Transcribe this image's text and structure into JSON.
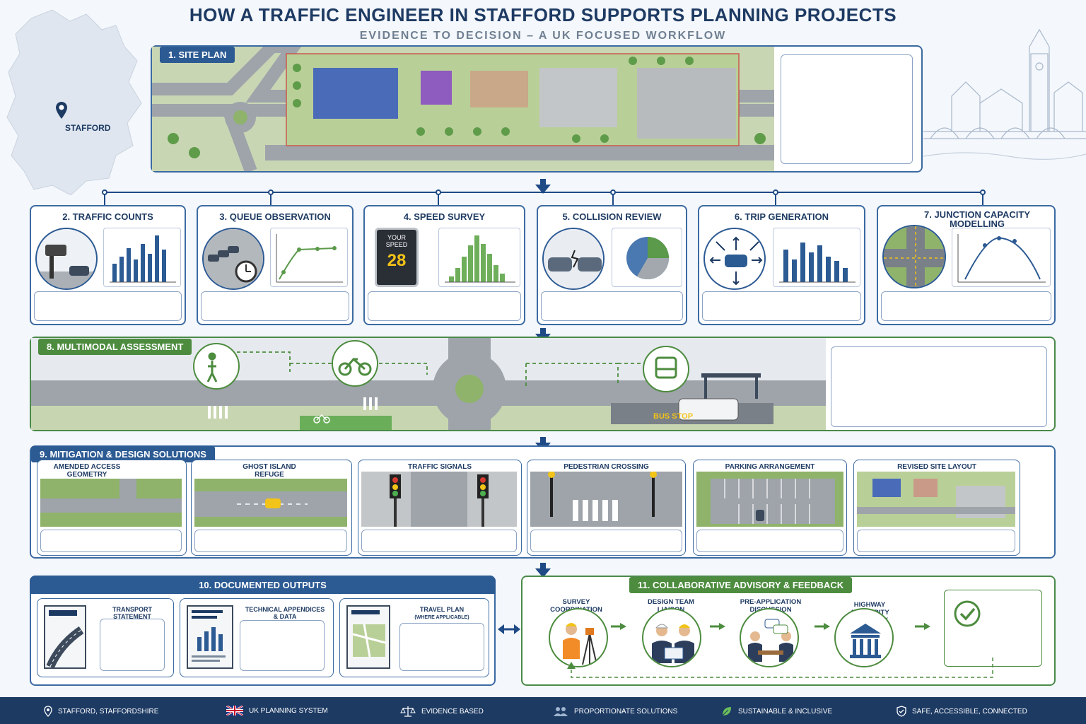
{
  "header": {
    "title": "HOW A TRAFFIC ENGINEER IN STAFFORD SUPPORTS PLANNING PROJECTS",
    "subtitle": "EVIDENCE TO DECISION – A UK FOCUSED WORKFLOW"
  },
  "map": {
    "location_label": "STAFFORD"
  },
  "site_plan": {
    "label": "1. SITE PLAN"
  },
  "evidence_steps": [
    {
      "label": "2. TRAFFIC COUNTS"
    },
    {
      "label": "3. QUEUE OBSERVATION"
    },
    {
      "label": "4. SPEED SURVEY",
      "sign_line1": "YOUR",
      "sign_line2": "SPEED",
      "sign_value": "28"
    },
    {
      "label": "5. COLLISION REVIEW"
    },
    {
      "label": "6. TRIP GENERATION"
    },
    {
      "label": "7. JUNCTION CAPACITY MODELLING"
    }
  ],
  "multimodal": {
    "label": "8. MULTIMODAL ASSESSMENT",
    "road_marking": "BUS STOP"
  },
  "mitigation": {
    "label": "9. MITIGATION & DESIGN SOLUTIONS",
    "items": [
      {
        "label": "AMENDED ACCESS GEOMETRY"
      },
      {
        "label": "GHOST ISLAND REFUGE"
      },
      {
        "label": "TRAFFIC SIGNALS"
      },
      {
        "label": "PEDESTRIAN CROSSING"
      },
      {
        "label": "PARKING ARRANGEMENT"
      },
      {
        "label": "REVISED SITE LAYOUT"
      }
    ]
  },
  "outputs": {
    "label": "10. DOCUMENTED OUTPUTS",
    "items": [
      {
        "label": "TRANSPORT STATEMENT",
        "note": ""
      },
      {
        "label": "TECHNICAL APPENDICES & DATA",
        "note": ""
      },
      {
        "label": "TRAVEL PLAN",
        "note": "(WHERE APPLICABLE)"
      }
    ]
  },
  "advisory": {
    "label": "11. COLLABORATIVE ADVISORY & FEEDBACK",
    "items": [
      {
        "label": "SURVEY COORDINATION"
      },
      {
        "label": "DESIGN TEAM LIAISON"
      },
      {
        "label": "PRE-APPLICATION DISCUSSION"
      },
      {
        "label": "HIGHWAY AUTHORITY FEEDBACK"
      }
    ]
  },
  "footer": [
    {
      "label": "STAFFORD, STAFFORDSHIRE",
      "icon": "location-pin-icon"
    },
    {
      "label": "UK PLANNING SYSTEM",
      "icon": "union-flag-icon"
    },
    {
      "label": "EVIDENCE BASED",
      "icon": "scales-icon"
    },
    {
      "label": "PROPORTIONATE SOLUTIONS",
      "icon": "people-icon"
    },
    {
      "label": "SUSTAINABLE & INCLUSIVE",
      "icon": "leaf-icon"
    },
    {
      "label": "SAFE, ACCESSIBLE, CONNECTED",
      "icon": "shield-icon"
    }
  ],
  "colors": {
    "navy": "#1d3a63",
    "blue": "#2c5a93",
    "green": "#4d8c3f",
    "road": "#9ea4aa"
  }
}
